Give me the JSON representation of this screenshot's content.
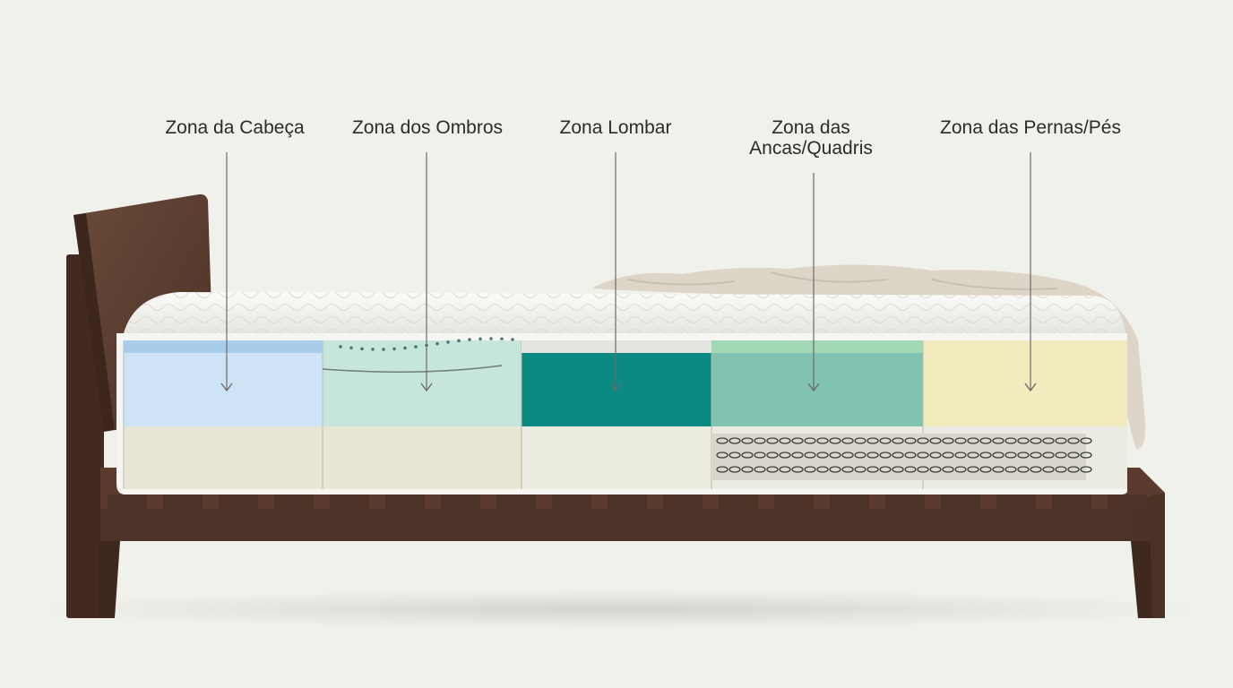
{
  "zones": [
    {
      "id": "head",
      "label": "Zona da Cabeça",
      "top_color": "#cfe3f6",
      "base_color": "#e8e5d5"
    },
    {
      "id": "shoulders",
      "label": "Zona dos Ombros",
      "top_color": "#c6e6db",
      "base_color": "#e8e5d5"
    },
    {
      "id": "lumbar",
      "label": "Zona Lombar",
      "top_color": "#0a8a82",
      "base_color": "#ecebe0"
    },
    {
      "id": "hips",
      "label_line1": "Zona das",
      "label_line2": "Ancas/Quadris",
      "top_color": "#7fc3b0",
      "base_color": "#ecebe2"
    },
    {
      "id": "legs",
      "label": "Zona das Pernas/Pés",
      "top_color": "#f2ebbe",
      "base_color": "#ecebe2"
    }
  ],
  "colors": {
    "background": "#f1f1ec",
    "wood": "#4d3327",
    "wood_dark": "#3a261d",
    "mattress_cover": "#f3f2ee",
    "leader_line": "#6b6b6b",
    "blanket": "#ddd5c8"
  },
  "icons": [
    "arrow-down-icon",
    "spring-coil-icon"
  ]
}
